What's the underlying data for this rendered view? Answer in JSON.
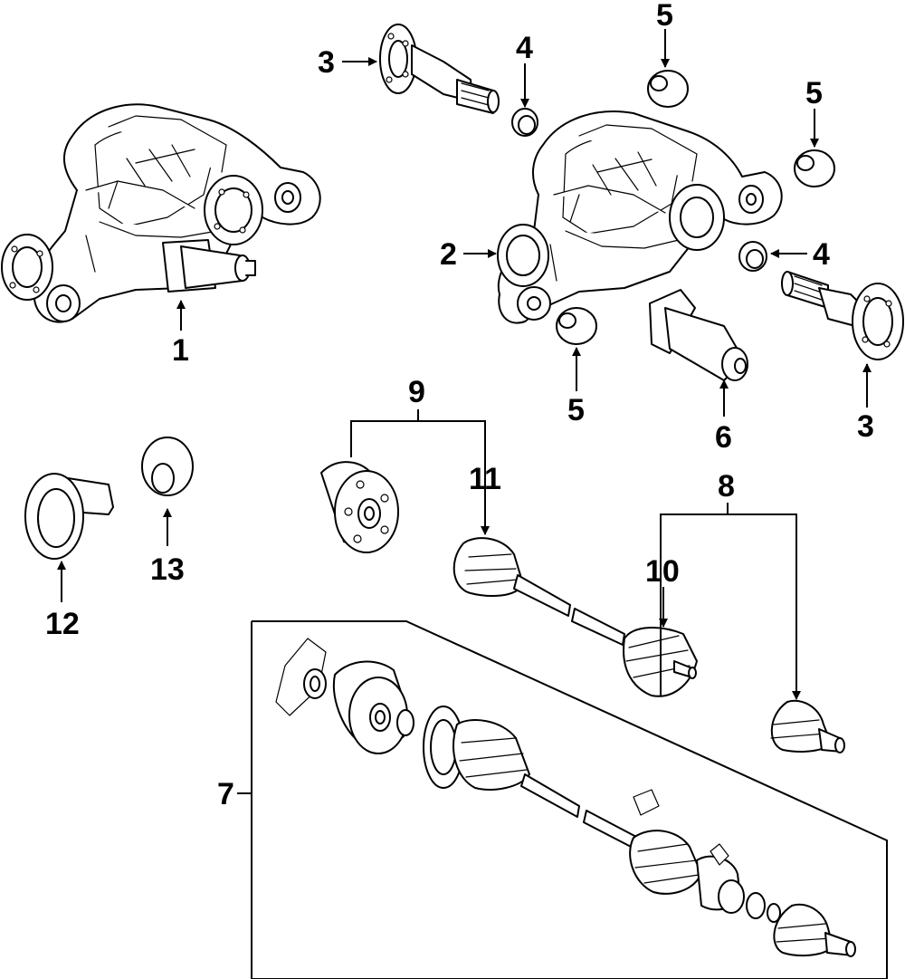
{
  "callouts": {
    "c1": "1",
    "c2": "2",
    "c3a": "3",
    "c3b": "3",
    "c4a": "4",
    "c4b": "4",
    "c5a": "5",
    "c5b": "5",
    "c5c": "5",
    "c6": "6",
    "c7": "7",
    "c8": "8",
    "c9": "9",
    "c10": "10",
    "c11": "11",
    "c12": "12",
    "c13": "13"
  }
}
